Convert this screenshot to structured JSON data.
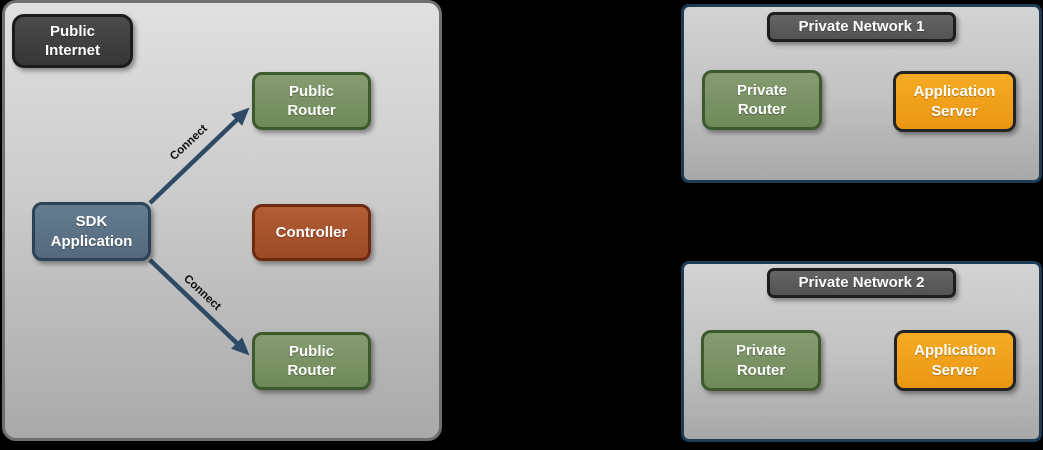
{
  "internet": {
    "title": "Public Internet",
    "nodes": {
      "public_router_top": "Public Router",
      "controller": "Controller",
      "sdk_application": "SDK Application",
      "public_router_bottom": "Public Router"
    },
    "edges": [
      {
        "label": "Connect"
      },
      {
        "label": "Connect"
      }
    ]
  },
  "private_networks": [
    {
      "title": "Private Network 1",
      "nodes": {
        "private_router": "Private Router",
        "application_server": "Application Server"
      }
    },
    {
      "title": "Private Network 2",
      "nodes": {
        "private_router": "Private Router",
        "application_server": "Application Server"
      }
    }
  ],
  "colors": {
    "background": "#000000",
    "internet_panel_fill_top": "#e0e0e0",
    "internet_panel_fill_bottom": "#a9a9a9",
    "internet_panel_border": "#6f6f6f",
    "private_panel_border": "#1d3d57",
    "dark_label_fill": "#404040",
    "network_title_fill": "#5c5c5c",
    "dark_border": "#1b1b1b",
    "router_green_fill": "#7b9365",
    "router_green_border": "#3d5a2c",
    "sdk_blue_fill": "#5e7489",
    "sdk_blue_border": "#2b4257",
    "controller_rust_fill": "#a9562f",
    "controller_rust_border": "#6e2a10",
    "server_orange_fill": "#f2a11d",
    "server_orange_border": "#242424",
    "arrow_color": "#2e4a66",
    "node_text_color": "#ffffff",
    "edge_label_color": "#0d0d0d"
  }
}
